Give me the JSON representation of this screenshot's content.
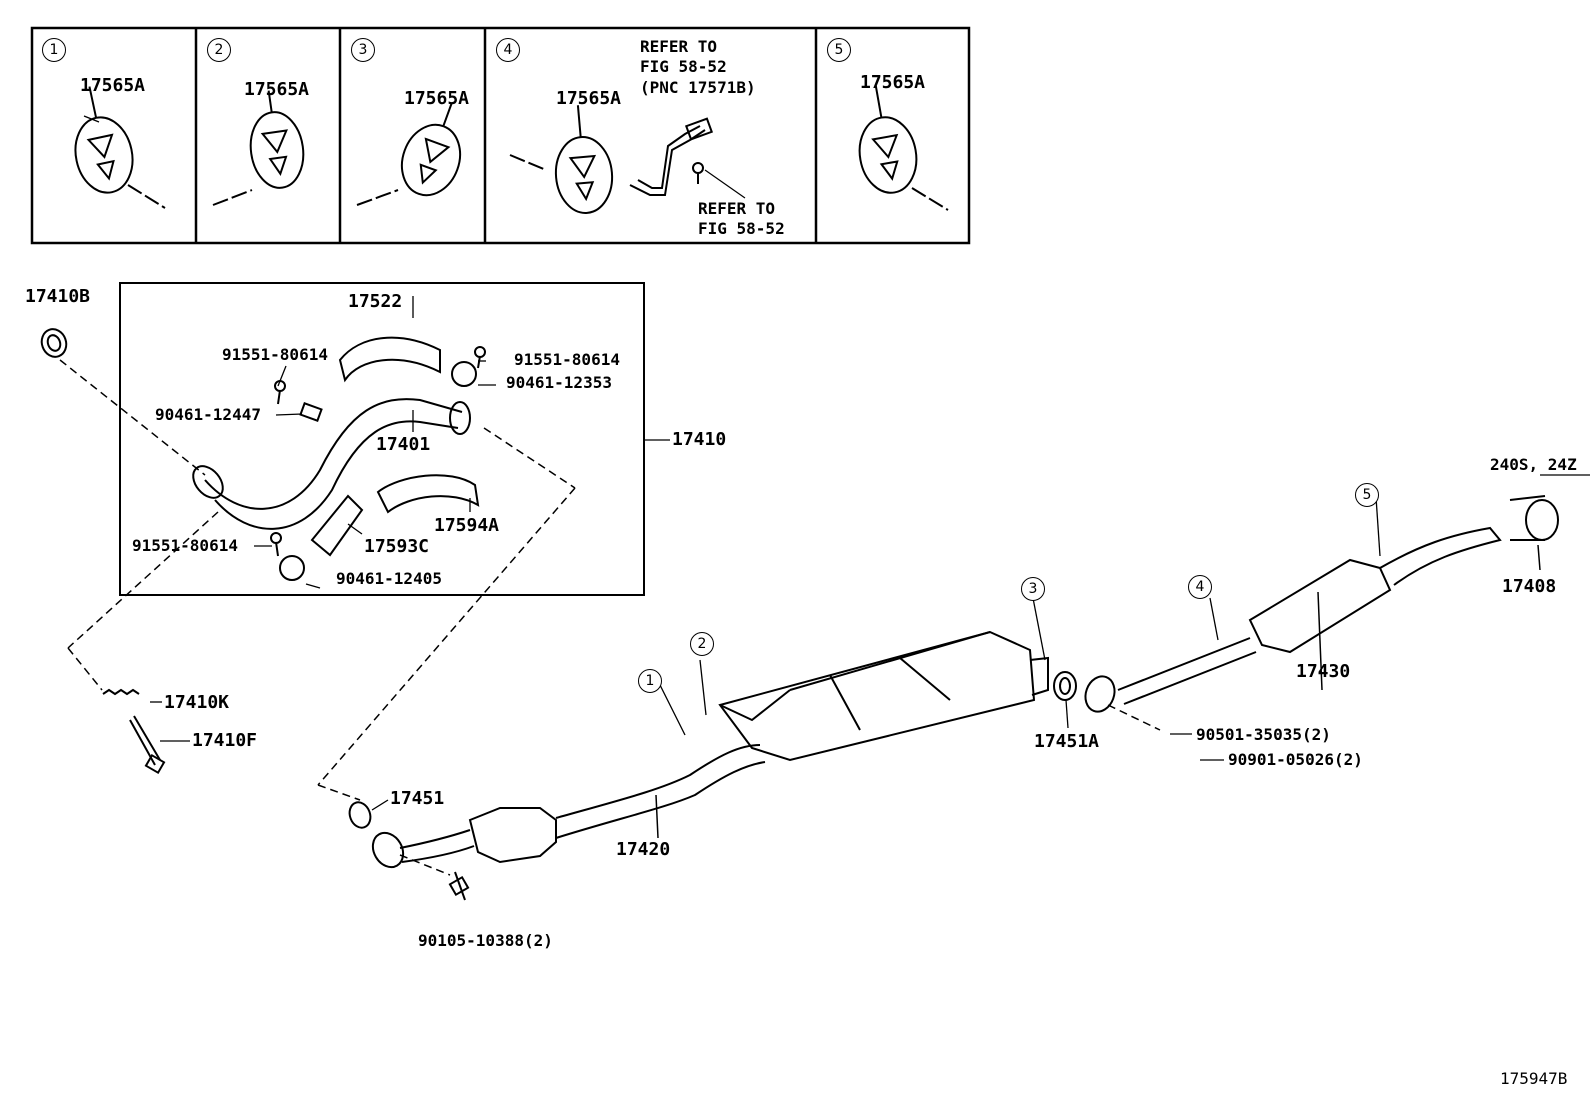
{
  "insets": [
    {
      "marker": "1",
      "part": "17565A"
    },
    {
      "marker": "2",
      "part": "17565A"
    },
    {
      "marker": "3",
      "part": "17565A"
    },
    {
      "marker": "4",
      "part": "17565A",
      "note_top": [
        "REFER TO",
        "FIG 58-52",
        "(PNC 17571B)"
      ],
      "note_bottom": [
        "REFER TO",
        "FIG 58-52"
      ]
    },
    {
      "marker": "5",
      "part": "17565A"
    }
  ],
  "parts": {
    "p17410B": "17410B",
    "p17522": "17522",
    "p91551_a": "91551-80614",
    "p91551_b": "91551-80614",
    "p90461_12447": "90461-12447",
    "p90461_12353": "90461-12353",
    "p17401": "17401",
    "p17410": "17410",
    "p17594A": "17594A",
    "p91551_c": "91551-80614",
    "p17593C": "17593C",
    "p90461_12405": "90461-12405",
    "p17410K": "17410K",
    "p17410F": "17410F",
    "p17451": "17451",
    "p17420": "17420",
    "p90105": "90105-10388(2)",
    "p17451A": "17451A",
    "p90501": "90501-35035(2)",
    "p90901": "90901-05026(2)",
    "p17430": "17430",
    "p17408": "17408",
    "variant": "240S, 24Z"
  },
  "callouts": [
    "1",
    "2",
    "3",
    "4",
    "5"
  ],
  "figure_id": "175947B"
}
